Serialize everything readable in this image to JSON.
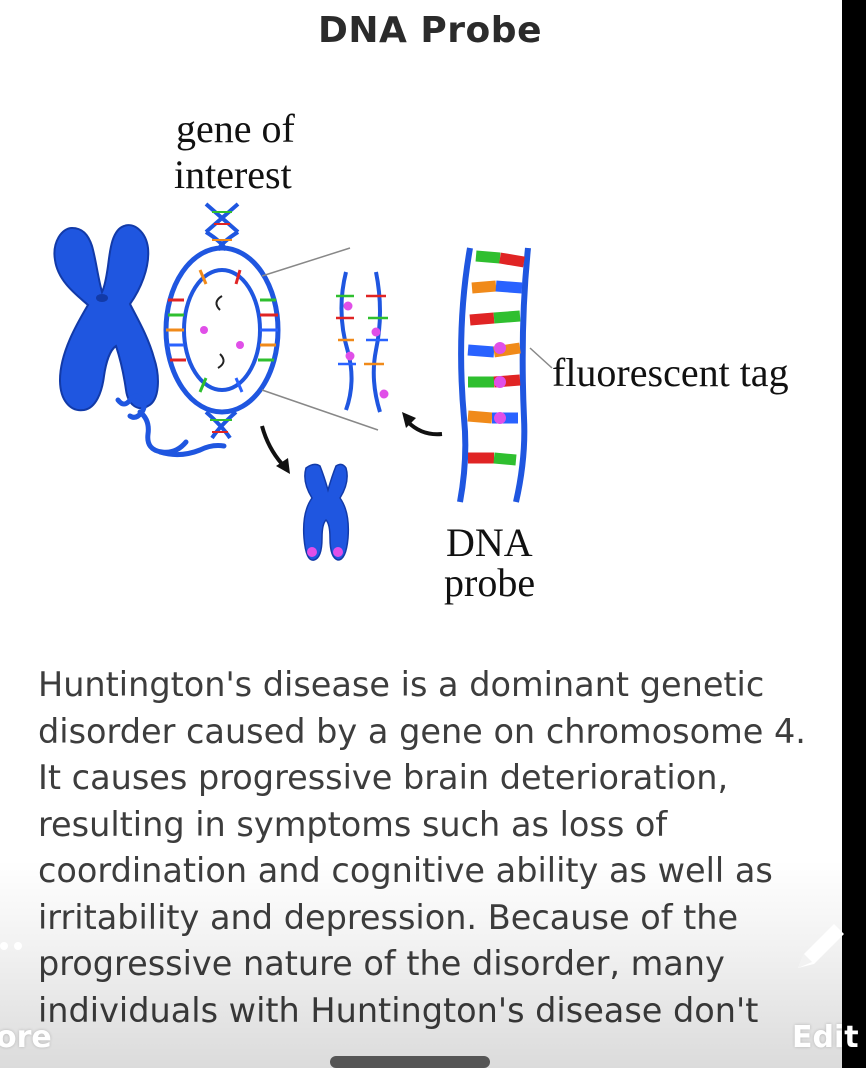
{
  "title": "DNA Probe",
  "diagram": {
    "gene_label": [
      "gene of",
      "interest"
    ],
    "tag_label": "fluorescent tag",
    "probe_label": [
      "DNA",
      "probe"
    ]
  },
  "body_lines": [
    "Huntington's disease is a dominant genetic",
    "disorder caused by a gene on chromosome 4.",
    "It causes progressive brain deterioration,",
    "resulting in symptoms such as loss of",
    "coordination and cognitive ability as well as",
    "irritability and depression. Because of the",
    "progressive nature of the disorder, many",
    "individuals with Huntington's disease don't"
  ],
  "toolbar": {
    "more_label": "ore",
    "edit_label": "Edit"
  },
  "icons": {
    "more": "dots-icon",
    "edit": "pencil-icon"
  },
  "colors": {
    "chromosome": "#1f56e0",
    "probe_backbone": "#1f56e0",
    "tag": "#e04fe8",
    "base_green": "#2fbf2f",
    "base_red": "#e02424",
    "base_orange": "#f08a1a",
    "base_blue": "#2962ff"
  }
}
